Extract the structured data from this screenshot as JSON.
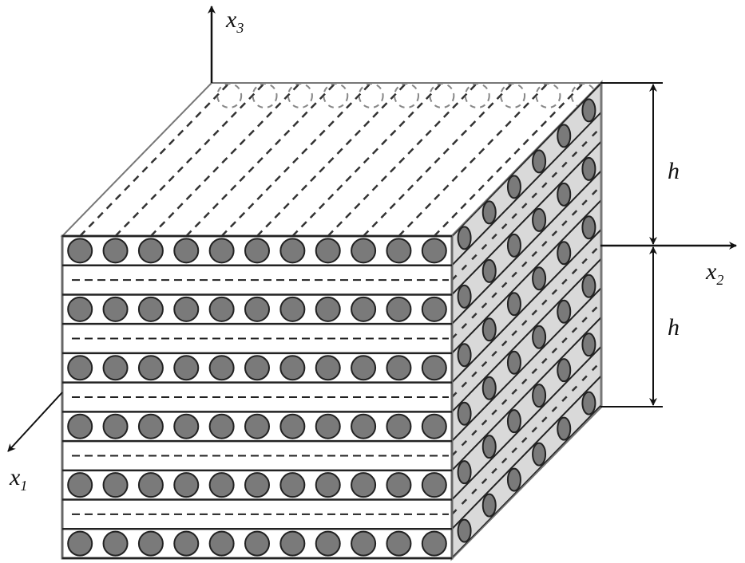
{
  "axes": {
    "x3": {
      "base": "x",
      "sub": "3"
    },
    "x2": {
      "base": "x",
      "sub": "2"
    },
    "x1": {
      "base": "x",
      "sub": "1"
    }
  },
  "dimensions": {
    "upper": "h",
    "lower": "h"
  },
  "structure": {
    "fiber_layers": 6,
    "matrix_layers": 5,
    "fibers_per_row": 11
  },
  "colors": {
    "fiber": "#7a7a7a",
    "side_face": "#d9d9d9",
    "line": "#1a1a1a"
  }
}
